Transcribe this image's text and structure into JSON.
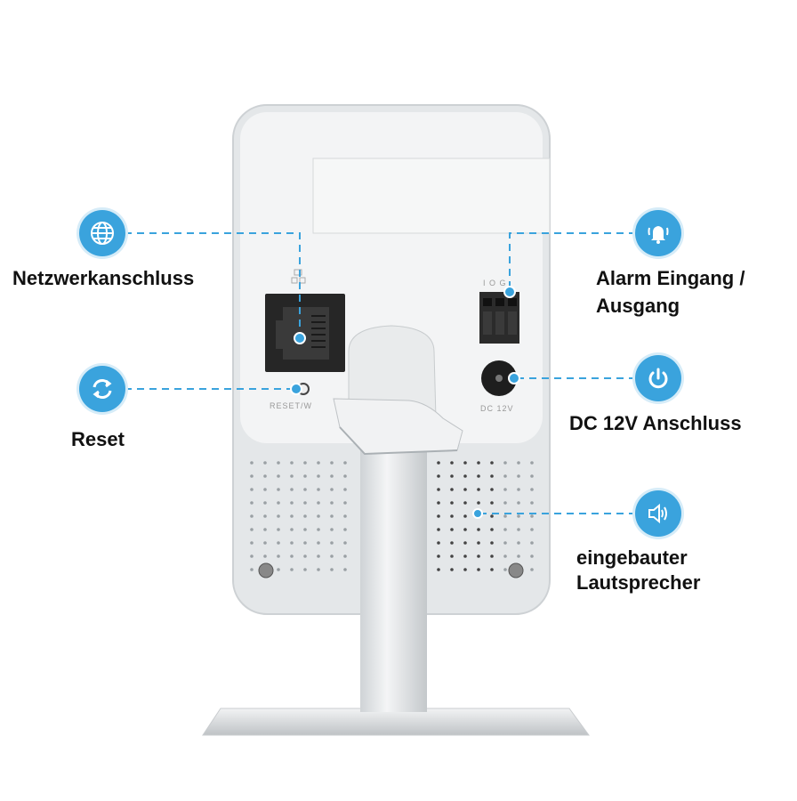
{
  "callouts": {
    "network": {
      "label": "Netzwerkanschluss",
      "icon": "globe-icon"
    },
    "alarm": {
      "label_line1": "Alarm Eingang /",
      "label_line2": "Ausgang",
      "icon": "bell-icon"
    },
    "reset": {
      "label": "Reset",
      "icon": "refresh-icon"
    },
    "power": {
      "label": "DC 12V Anschluss",
      "icon": "power-icon"
    },
    "speaker": {
      "label_line1": "eingebauter",
      "label_line2": "Lautsprecher",
      "icon": "speaker-icon"
    }
  },
  "device_markings": {
    "reset": "RESET/W",
    "power": "DC 12V",
    "alarm_pins": "I O G"
  },
  "colors": {
    "accent": "#3aa3dd",
    "body": "#eef0f1",
    "port": "#2a2a2a"
  }
}
